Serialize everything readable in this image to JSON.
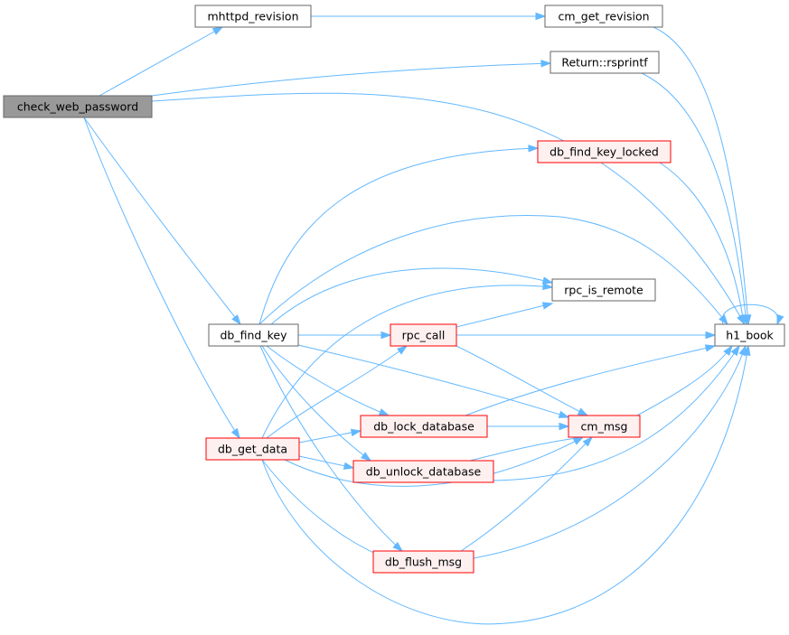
{
  "nodes": [
    {
      "id": "check_web_password",
      "label": "check_web_password",
      "style": "current"
    },
    {
      "id": "mhttpd_revision",
      "label": "mhttpd_revision",
      "style": "black"
    },
    {
      "id": "cm_get_revision",
      "label": "cm_get_revision",
      "style": "black"
    },
    {
      "id": "rsprintf",
      "label": "Return::rsprintf",
      "style": "black"
    },
    {
      "id": "db_find_key_locked",
      "label": "db_find_key_locked",
      "style": "red"
    },
    {
      "id": "rpc_is_remote",
      "label": "rpc_is_remote",
      "style": "black"
    },
    {
      "id": "h1_book",
      "label": "h1_book",
      "style": "black"
    },
    {
      "id": "db_find_key",
      "label": "db_find_key",
      "style": "black"
    },
    {
      "id": "rpc_call",
      "label": "rpc_call",
      "style": "red"
    },
    {
      "id": "db_lock_database",
      "label": "db_lock_database",
      "style": "red"
    },
    {
      "id": "cm_msg",
      "label": "cm_msg",
      "style": "red"
    },
    {
      "id": "db_get_data",
      "label": "db_get_data",
      "style": "red"
    },
    {
      "id": "db_unlock_database",
      "label": "db_unlock_database",
      "style": "red"
    },
    {
      "id": "db_flush_msg",
      "label": "db_flush_msg",
      "style": "red"
    }
  ],
  "edges": [
    [
      "check_web_password",
      "mhttpd_revision"
    ],
    [
      "check_web_password",
      "rsprintf"
    ],
    [
      "check_web_password",
      "h1_book"
    ],
    [
      "check_web_password",
      "db_find_key"
    ],
    [
      "check_web_password",
      "db_get_data"
    ],
    [
      "mhttpd_revision",
      "cm_get_revision"
    ],
    [
      "cm_get_revision",
      "h1_book"
    ],
    [
      "rsprintf",
      "h1_book"
    ],
    [
      "db_find_key_locked",
      "h1_book"
    ],
    [
      "h1_book",
      "h1_book"
    ],
    [
      "db_find_key",
      "db_find_key_locked"
    ],
    [
      "db_find_key",
      "h1_book"
    ],
    [
      "db_find_key",
      "rpc_is_remote"
    ],
    [
      "db_find_key",
      "rpc_call"
    ],
    [
      "db_find_key",
      "cm_msg"
    ],
    [
      "db_find_key",
      "db_lock_database"
    ],
    [
      "db_find_key",
      "db_unlock_database"
    ],
    [
      "db_find_key",
      "db_flush_msg"
    ],
    [
      "rpc_call",
      "rpc_is_remote"
    ],
    [
      "rpc_call",
      "h1_book"
    ],
    [
      "rpc_call",
      "cm_msg"
    ],
    [
      "db_lock_database",
      "h1_book"
    ],
    [
      "db_lock_database",
      "cm_msg"
    ],
    [
      "cm_msg",
      "h1_book"
    ],
    [
      "db_unlock_database",
      "h1_book"
    ],
    [
      "db_unlock_database",
      "cm_msg"
    ],
    [
      "db_flush_msg",
      "h1_book"
    ],
    [
      "db_flush_msg",
      "cm_msg"
    ],
    [
      "db_get_data",
      "rpc_is_remote"
    ],
    [
      "db_get_data",
      "rpc_call"
    ],
    [
      "db_get_data",
      "db_lock_database"
    ],
    [
      "db_get_data",
      "db_unlock_database"
    ],
    [
      "db_get_data",
      "cm_msg"
    ],
    [
      "db_get_data",
      "db_flush_msg"
    ],
    [
      "db_get_data",
      "h1_book"
    ]
  ]
}
